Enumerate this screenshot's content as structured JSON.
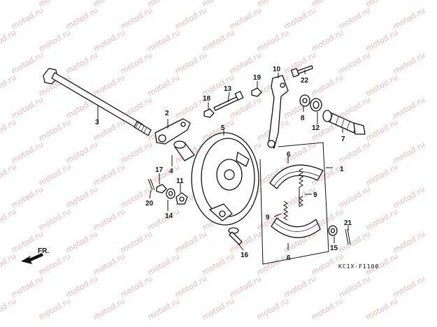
{
  "watermark": "motod.ru",
  "diagram_code": "KC1X-F1100",
  "direction_label": "FR.",
  "callouts": [
    {
      "id": "p1",
      "label": "1"
    },
    {
      "id": "p2",
      "label": "2"
    },
    {
      "id": "p3",
      "label": "3"
    },
    {
      "id": "p4",
      "label": "4"
    },
    {
      "id": "p5",
      "label": "5"
    },
    {
      "id": "p6a",
      "label": "6"
    },
    {
      "id": "p6b",
      "label": "6"
    },
    {
      "id": "p7",
      "label": "7"
    },
    {
      "id": "p8",
      "label": "8"
    },
    {
      "id": "p9a",
      "label": "9"
    },
    {
      "id": "p9b",
      "label": "9"
    },
    {
      "id": "p10",
      "label": "10"
    },
    {
      "id": "p11",
      "label": "11"
    },
    {
      "id": "p12",
      "label": "12"
    },
    {
      "id": "p13",
      "label": "13"
    },
    {
      "id": "p14",
      "label": "14"
    },
    {
      "id": "p15",
      "label": "15"
    },
    {
      "id": "p16",
      "label": "16"
    },
    {
      "id": "p17",
      "label": "17"
    },
    {
      "id": "p18",
      "label": "18"
    },
    {
      "id": "p19",
      "label": "19"
    },
    {
      "id": "p20",
      "label": "20"
    },
    {
      "id": "p21",
      "label": "21"
    },
    {
      "id": "p22",
      "label": "22"
    }
  ]
}
